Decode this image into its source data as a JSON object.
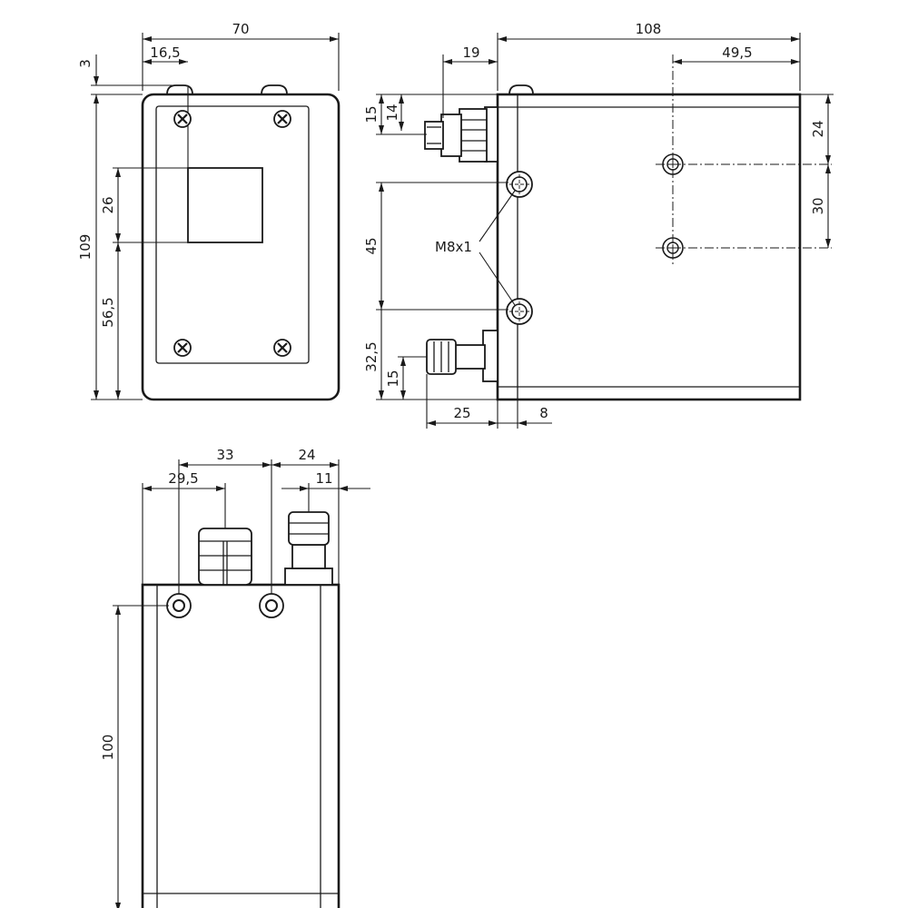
{
  "front_view": {
    "dim_width": "70",
    "dim_offset": "16,5",
    "dim_top_gap": "3",
    "dim_height": "109",
    "dim_window": "26",
    "dim_window_bottom": "56,5"
  },
  "side_view": {
    "dim_length": "108",
    "dim_connector": "19",
    "dim_hole_x": "49,5",
    "dim_conn_outer": "15",
    "dim_conn_inner": "14",
    "dim_hole_top": "24",
    "dim_hole_spacing": "30",
    "dim_mount_spacing": "45",
    "thread_label": "M8x1",
    "dim_nozzle_height": "32,5",
    "dim_nozzle_inner": "15",
    "dim_nozzle_length": "25",
    "dim_nozzle_offset": "8"
  },
  "bottom_view": {
    "dim_conn_to_nozzle": "33",
    "dim_conn_pos": "29,5",
    "dim_nozzle_pos": "24",
    "dim_nozzle_edge": "11",
    "dim_depth": "100"
  }
}
